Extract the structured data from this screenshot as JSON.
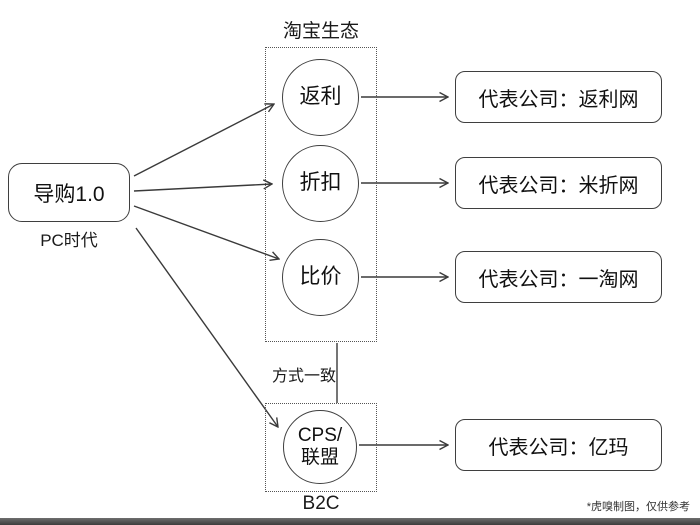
{
  "diagram": {
    "title_top": "淘宝生态",
    "left_node": {
      "label": "导购1.0",
      "sublabel": "PC时代"
    },
    "circles": [
      {
        "label": "返利"
      },
      {
        "label": "折扣"
      },
      {
        "label": "比价"
      }
    ],
    "bottom_circle": {
      "line1": "CPS/",
      "line2": "联盟"
    },
    "bottom_label": "B2C",
    "connector_label": "方式一致",
    "right_boxes": [
      {
        "label": "代表公司：返利网"
      },
      {
        "label": "代表公司：米折网"
      },
      {
        "label": "代表公司：一淘网"
      },
      {
        "label": "代表公司：亿玛"
      }
    ],
    "footnote": "*虎嗅制图，仅供参考",
    "line_color": "#3a3a3a"
  }
}
